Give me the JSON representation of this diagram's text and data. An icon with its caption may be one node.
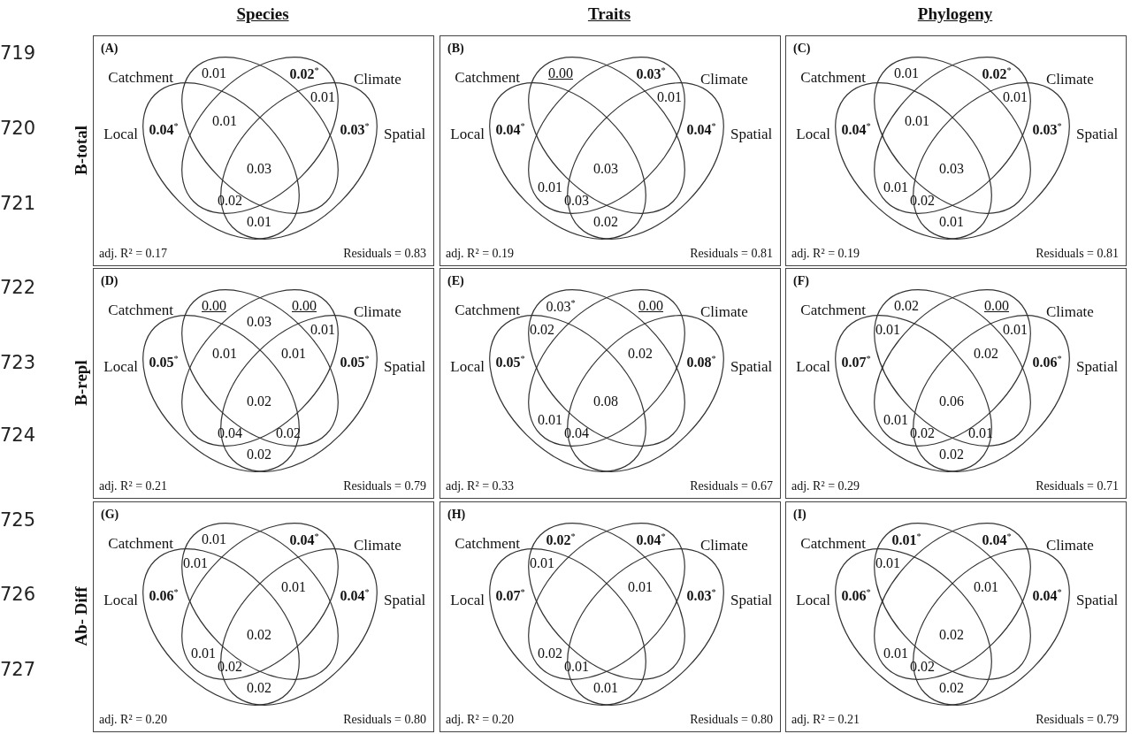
{
  "diagram": {
    "nodes": [
      {
        "text": [
          "(A)",
          "Catchment",
          "Climate",
          "Local",
          "Spatial",
          "0.01",
          "**0.02**$^{*}$",
          "0.01",
          "0.01",
          "**0.04**$^{*}$",
          "**0.03**$^{*}$",
          "0.03",
          "0.02",
          "0.01",
          "adj. R² = 0.17",
          "Residuals = 0.83"
        ]
      },
      {
        "text": [
          "(B)",
          "Catchment",
          "Climate",
          "Local",
          "Spatial",
          "0.00",
          "**0.03**$^{*}$",
          "0.01",
          "**0.04**$^{*}$",
          "**0.04**$^{*}$",
          "0.03",
          "0.01",
          "0.03",
          "0.02",
          "adj. R² = 0.19",
          "Residuals = 0.81"
        ]
      },
      {
        "text": [
          "(C)",
          "Catchment",
          "Climate",
          "Local",
          "Spatial",
          "0.01",
          "**0.02**$^{*}$",
          "0.01",
          "0.01",
          "**0.04**$^{*}$",
          "**0.03**$^{*}$",
          "0.03",
          "0.01",
          "0.02",
          "0.01",
          "adj. R² = 0.19",
          "Residuals = 0.81"
        ]
      },
      {
        "text": [
          "(D)",
          "Catchment",
          "Climate",
          "Local",
          "Spatial",
          "0.00",
          "0.00",
          "0.03",
          "0.01",
          "**0.05**$^{*}$",
          "0.01",
          "0.01",
          "**0.05**$^{*}$",
          "0.02",
          "0.02",
          "0.04",
          "0.02",
          "adj. R² = 0.21",
          "Residuals = 0.79"
        ]
      },
      {
        "text": [
          "(E)",
          "Catchment",
          "Climate",
          "Local",
          "Spatial",
          "0.03$^{*}$",
          "0.00",
          "0.02",
          "**0.05**$^{*}$",
          "0.02",
          "**0.08**$^{*}$",
          "0.08",
          "0.01",
          "0.04",
          "adj. R² = 0.33",
          "Residuals = 0.67"
        ]
      },
      {
        "text": [
          "(F)",
          "Catchment",
          "Climate",
          "Local",
          "Spatial",
          "0.02",
          "0.00",
          "0.01",
          "0.01",
          "**0.07**$^{*}$",
          "0.02",
          "**0.06**$^{*}$",
          "0.06",
          "0.01",
          "0.02",
          "0.01",
          "0.02",
          "adj. R² = 0.29",
          "Residuals = 0.71"
        ]
      },
      {
        "text": [
          "(G)",
          "Catchment",
          "Climate",
          "Local",
          "Spatial",
          "0.01",
          "**0.04**$^{*}$",
          "0.01",
          "**0.06**$^{*}$",
          "0.01",
          "**0.04**$^{*}$",
          "0.02",
          "0.01",
          "0.02",
          "0.02",
          "adj. R² = 0.20",
          "Residuals = 0.80"
        ]
      },
      {
        "text": [
          "(H)",
          "Catchment",
          "Climate",
          "Local",
          "Spatial",
          "**0.02**$^{*}$",
          "**0.04**$^{*}$",
          "0.01",
          "**0.07**$^{*}$",
          "0.01",
          "**0.03**$^{*}$",
          "0.02",
          "0.01",
          "0.01",
          "adj. R² = 0.20",
          "Residuals = 0.80"
        ]
      },
      {
        "text": [
          "(I)",
          "Catchment",
          "Climate",
          "Local",
          "Spatial",
          "**0.01**$^{*}$",
          "**0.04**$^{*}$",
          "0.01",
          "**0.06**$^{*}$",
          "0.01",
          "**0.04**$^{*}$",
          "0.02",
          "0.01",
          "0.02",
          "0.02",
          "adj. R² = 0.21",
          "Residuals = 0.79"
        ]
      }
    ],
    "labels": [
      "Species",
      "Traits",
      "Phylogeny",
      "719",
      "720",
      "B-total",
      "721",
      "722",
      "723",
      "B-repl",
      "724",
      "725",
      "726",
      "Ab- Diff",
      "727"
    ]
  }
}
